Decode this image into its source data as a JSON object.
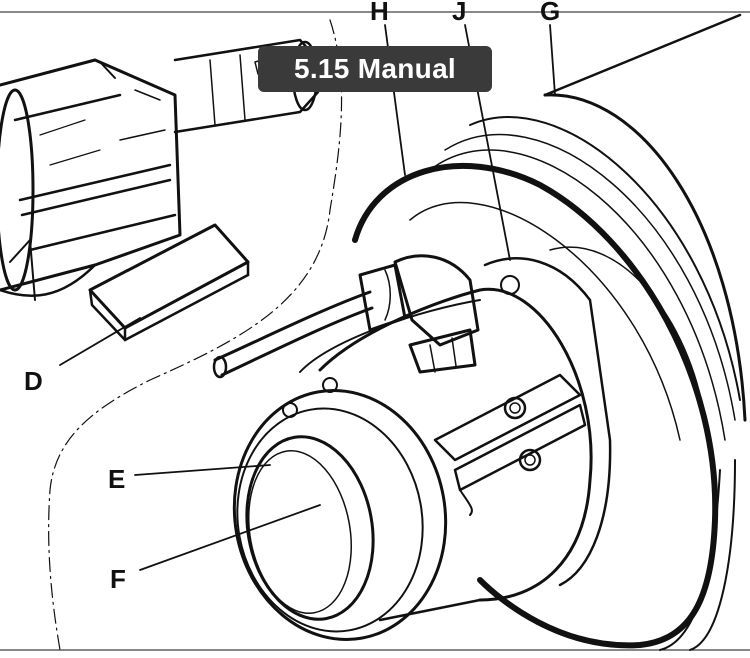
{
  "overlay": {
    "title": "5.15 Manual"
  },
  "labels": {
    "d": "D",
    "e": "E",
    "f": "F",
    "h": "H",
    "j": "J",
    "g": "G"
  },
  "colors": {
    "ink": "#111111",
    "badge_bg": "#3a3a3a",
    "badge_text": "#ffffff",
    "paper": "#ffffff"
  }
}
